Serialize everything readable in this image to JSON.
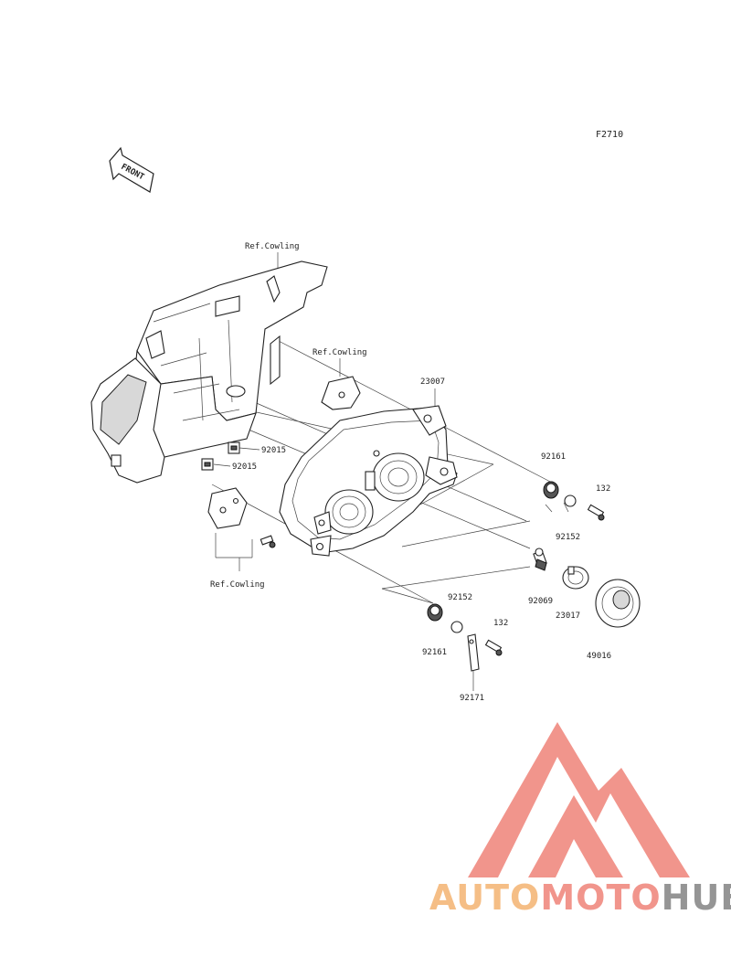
{
  "figure_code": "F2710",
  "front_arrow_text": "FRONT",
  "ref_labels": {
    "cowling_top": "Ref.Cowling",
    "cowling_mid": "Ref.Cowling",
    "cowling_bottom": "Ref.Cowling"
  },
  "part_labels": {
    "p23007": "23007",
    "p92015_a": "92015",
    "p92015_b": "92015",
    "p92161_a": "92161",
    "p132_a": "132",
    "p92152_a": "92152",
    "p92069": "92069",
    "p23017": "23017",
    "p49016": "49016",
    "p92152_b": "92152",
    "p132_b": "132",
    "p92161_b": "92161",
    "p92171": "92171"
  },
  "watermark": {
    "brand_part1": "AUTO",
    "brand_part2": "MOTO",
    "brand_part3": "HUB",
    "colors": {
      "triangle": "#f08a80",
      "part1": "#f5b87a",
      "part2": "#f08a80",
      "part3": "#8a8a8a"
    }
  }
}
